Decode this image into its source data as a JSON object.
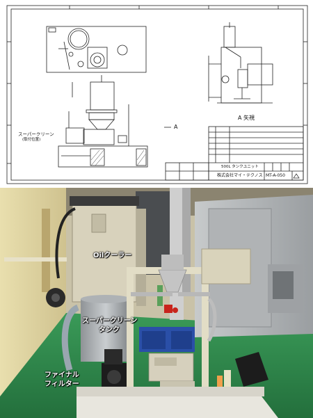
{
  "drawing": {
    "view_label": "A 矢視",
    "section_label": "A",
    "callout_label": "スーパークリーン",
    "callout_sub": "(取付位置)",
    "title_name": "500L タンクユニット",
    "company": "株式会社マイ・テクノス",
    "drawing_no": "MT-A-050"
  },
  "photo": {
    "labels": {
      "oil_cooler": "Oilクーラー",
      "super_clean_1": "スーパークリーン",
      "super_clean_2": "タンク",
      "final_filter_1": "ファイナル",
      "final_filter_2": "フィルター"
    }
  },
  "colors": {
    "floor_green": "#2e8a4e",
    "wall_cream": "#e6dcb0",
    "cooler_beige": "#d8d2bc",
    "machine_gray": "#b9bcbe",
    "bin_blue": "#2a4fa8",
    "valve_red": "#c8241c"
  }
}
